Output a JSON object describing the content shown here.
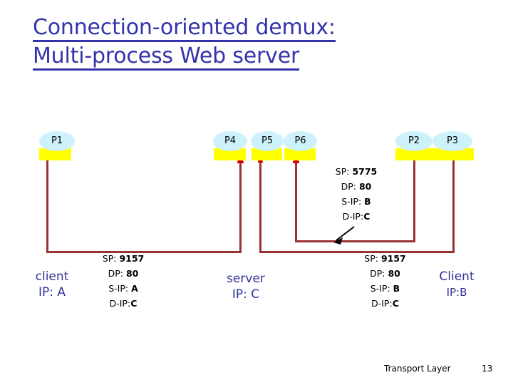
{
  "slide": {
    "title_line1": "Connection-oriented demux:",
    "title_line2": "Multi-process Web server",
    "title_color": "#3333aa"
  },
  "processes": [
    {
      "id": "p1",
      "label": "P1"
    },
    {
      "id": "p4",
      "label": "P4"
    },
    {
      "id": "p5",
      "label": "P5"
    },
    {
      "id": "p6",
      "label": "P6"
    },
    {
      "id": "p2",
      "label": "P2"
    },
    {
      "id": "p3",
      "label": "P3"
    }
  ],
  "packets": [
    {
      "id": "packet-middle",
      "sp_label": "SP:",
      "sp_value": "5775",
      "dp_label": "DP:",
      "dp_value": "80",
      "sip_label": "S-IP:",
      "sip_value": "B",
      "dip_label": "D-IP:",
      "dip_value": "C"
    },
    {
      "id": "packet-left",
      "sp_label": "SP:",
      "sp_value": "9157",
      "dp_label": "DP:",
      "dp_value": "80",
      "sip_label": "S-IP:",
      "sip_value": "A",
      "dip_label": "D-IP:",
      "dip_value": "C"
    },
    {
      "id": "packet-right",
      "sp_label": "SP:",
      "sp_value": "9157",
      "dp_label": "DP:",
      "dp_value": "80",
      "sip_label": "S-IP:",
      "sip_value": "B",
      "dip_label": "D-IP:",
      "dip_value": "C"
    }
  ],
  "hosts": [
    {
      "id": "client-a",
      "name": "client",
      "ip": "IP: A"
    },
    {
      "id": "server-c",
      "name": "server",
      "ip": "IP: C"
    },
    {
      "id": "client-b",
      "name": "Client",
      "ip": "IP:B"
    }
  ],
  "colors": {
    "wire": "#993333",
    "socket": "#ffff00",
    "process": "#cdf2fb",
    "host_text": "#333399"
  },
  "footer": {
    "course": "Transport Layer",
    "page": "13"
  }
}
